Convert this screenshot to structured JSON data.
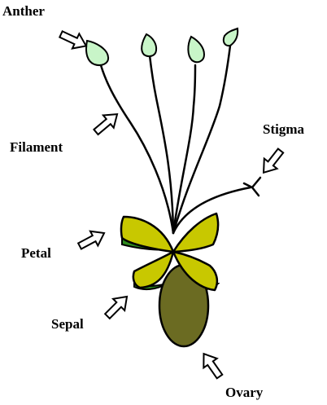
{
  "labels": {
    "anther": "Anther",
    "filament": "Filament",
    "stigma": "Stigma",
    "petal": "Petal",
    "sepal": "Sepal",
    "ovary": "Ovary"
  },
  "colors": {
    "anther_fill": "#c8f5c8",
    "petal_fill": "#c8c800",
    "sepal_fill": "#2e8b1e",
    "ovary_fill": "#6b6b22",
    "stroke": "#000000",
    "background": "#ffffff"
  }
}
